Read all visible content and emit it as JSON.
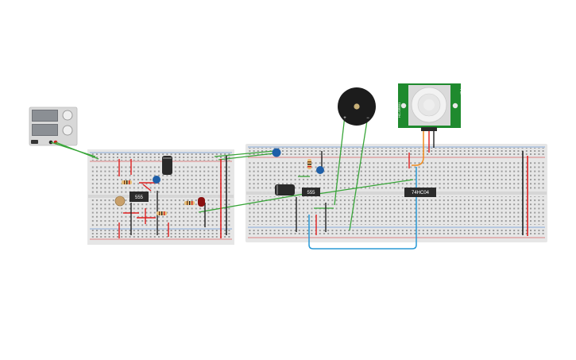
{
  "canvas": {
    "background": "#ffffff"
  },
  "components": {
    "power_supply": {
      "name": "power-supply"
    },
    "breadboard_left": {
      "name": "breadboard-small"
    },
    "breadboard_right": {
      "name": "breadboard-large"
    },
    "chip_555_a": {
      "label": "555"
    },
    "chip_555_b": {
      "label": "555"
    },
    "chip_74hc04": {
      "label": "74HC04"
    },
    "buzzer": {
      "plus": "+",
      "minus": "−"
    },
    "pir_sensor": {
      "left_text": "HC-SR501",
      "right_text": "PIR"
    }
  },
  "colors": {
    "wire_green": "#3aa63a",
    "wire_red": "#e02020",
    "wire_black": "#222222",
    "wire_blue": "#2a9ad6",
    "wire_orange": "#f08a1c",
    "breadboard": "#e6e6e6",
    "pcb_green": "#1f8a2e",
    "chip": "#2b2b2b",
    "capacitor_blue": "#1e5fa8",
    "led_red": "#8b1010"
  }
}
